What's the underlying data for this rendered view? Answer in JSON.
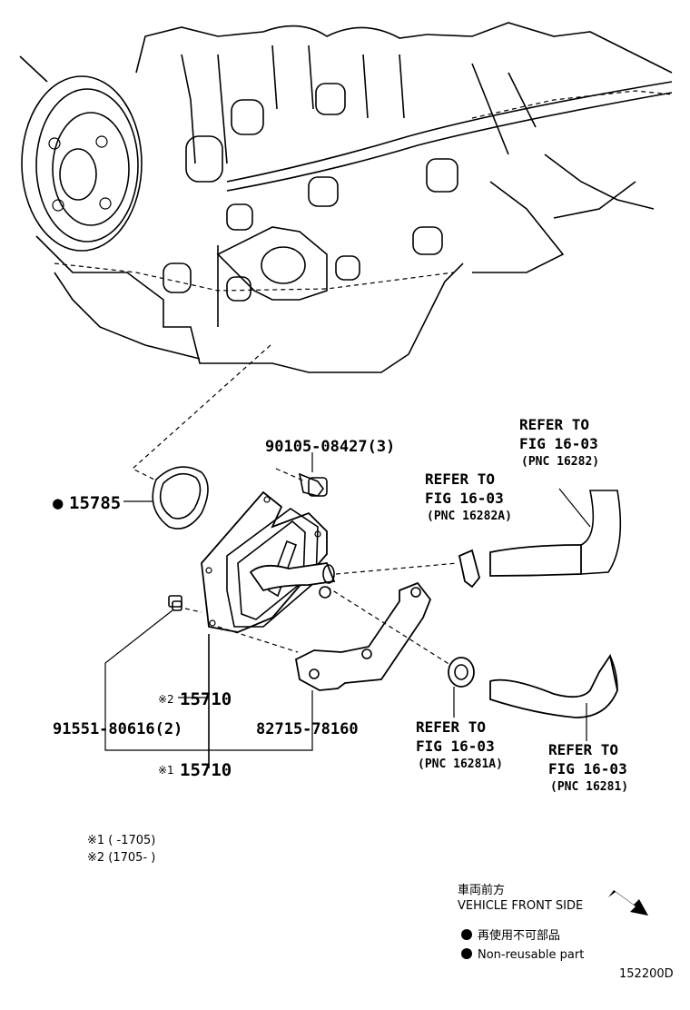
{
  "parts": {
    "gasket": "15785",
    "bolt": "90105-08427(3)",
    "cooler_2": "15710",
    "cooler_1": "15710",
    "nut": "91551-80616(2)",
    "bracket": "82715-78160"
  },
  "marks": {
    "ref1": "※2",
    "ref2": "※1",
    "nonreusable": "●"
  },
  "refers": {
    "r1": {
      "line1": "REFER TO",
      "line2": "FIG 16-03",
      "line3": "(PNC 16282)"
    },
    "r2": {
      "line1": "REFER TO",
      "line2": "FIG 16-03",
      "line3": "(PNC 16282A)"
    },
    "r3": {
      "line1": "REFER TO",
      "line2": "FIG 16-03",
      "line3": "(PNC 16281A)"
    },
    "r4": {
      "line1": "REFER TO",
      "line2": "FIG 16-03",
      "line3": "(PNC 16281)"
    }
  },
  "notes": {
    "n1": "※1 (      -1705)",
    "n2": "※2 (1705-      )"
  },
  "legend": {
    "front_jp": "車両前方",
    "front_en": "VEHICLE FRONT SIDE",
    "nonreusable_jp": "再使用不可部品",
    "nonreusable_en": "Non-reusable part"
  },
  "figure_id": "152200D"
}
